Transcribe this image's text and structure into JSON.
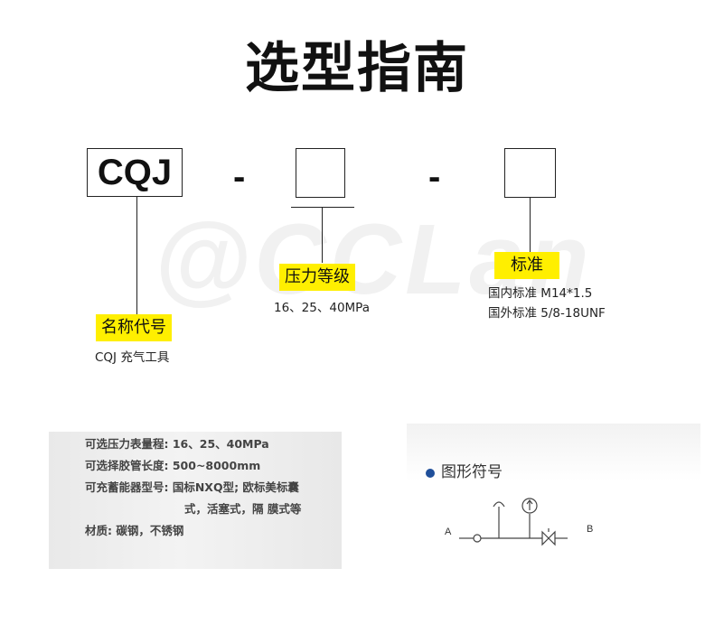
{
  "page_title": "选型指南",
  "watermark": "@CCLan",
  "model_code": {
    "prefix": "CQJ",
    "separator": "-"
  },
  "segments": {
    "name_code": {
      "label": "名称代号",
      "desc": "CQJ 充气工具"
    },
    "pressure": {
      "label": "压力等级",
      "desc": "16、25、40MPa"
    },
    "standard": {
      "label": "标准",
      "desc_lines": [
        "国内标准 M14*1.5",
        "国外标准 5/8-18UNF"
      ]
    }
  },
  "specs": {
    "lines": [
      "可选压力表量程: 16、25、40MPa",
      "可选择胶管长度: 500~8000mm",
      "可充蓄能器型号: 国标NXQ型; 欧标美标囊",
      "式，活塞式，隔 膜式等",
      "材质: 碳钢，不锈钢"
    ]
  },
  "symbol": {
    "title": "图形符号",
    "port_a": "A",
    "port_b": "B",
    "accent_color": "#1f4f9a"
  }
}
